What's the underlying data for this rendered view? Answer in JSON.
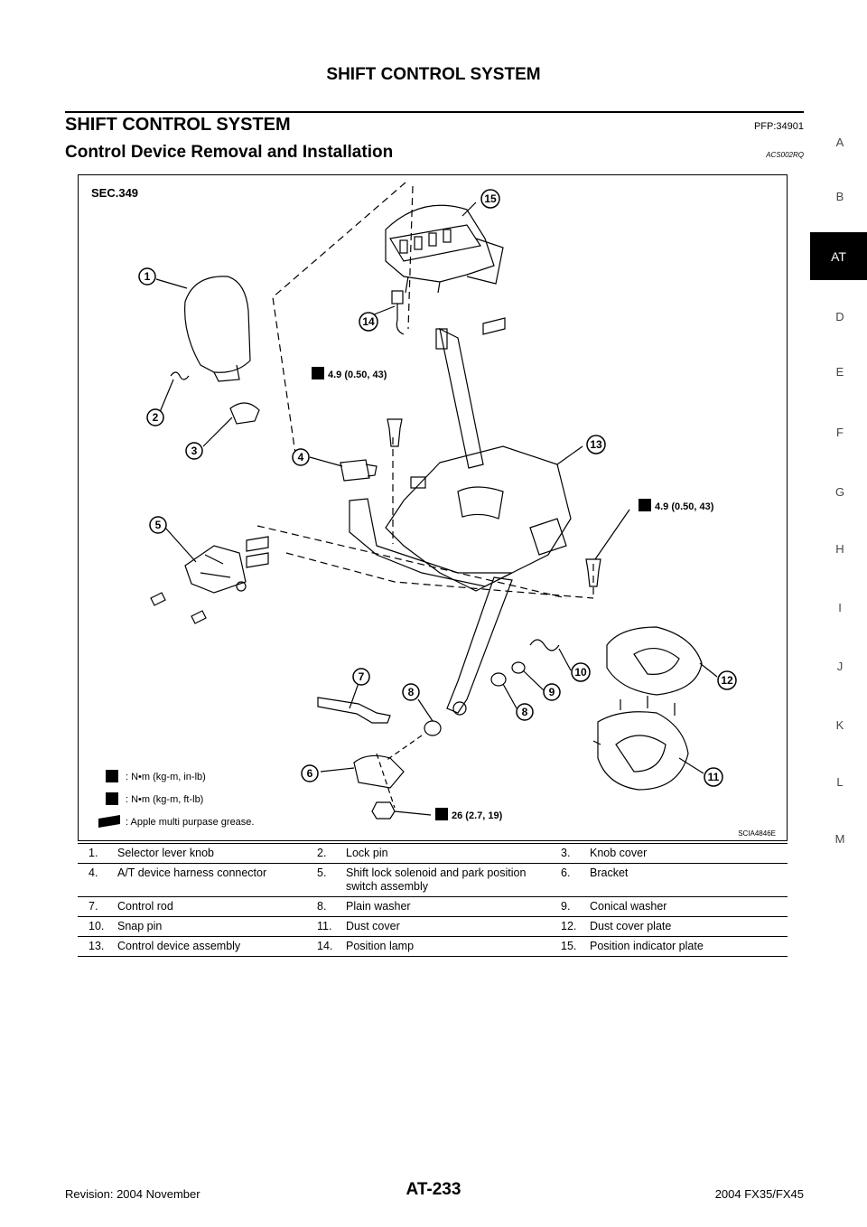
{
  "header": {
    "title": "SHIFT CONTROL SYSTEM"
  },
  "section": {
    "title": "SHIFT CONTROL SYSTEM",
    "code": "PFP:34901"
  },
  "subsection": {
    "title": "Control Device Removal and Installation",
    "code": "ACS002RQ"
  },
  "side_index": {
    "letters": [
      "A",
      "B",
      "AT",
      "D",
      "E",
      "F",
      "G",
      "H",
      "I",
      "J",
      "K",
      "L",
      "M"
    ],
    "active": "AT"
  },
  "figure": {
    "sec": "SEC.349",
    "torque_1": "4.9 (0.50, 43)",
    "torque_2": "4.9 (0.50, 43)",
    "torque_3": "26 (2.7, 19)",
    "callouts": [
      "1",
      "2",
      "3",
      "4",
      "5",
      "6",
      "7",
      "8",
      "8",
      "9",
      "10",
      "11",
      "12",
      "13",
      "14",
      "15"
    ],
    "legend": [
      ": N•m  (kg-m,  in-lb)",
      ": N•m  (kg-m,  ft-lb)",
      ": Apple multi purpase grease."
    ],
    "code": "SCIA4846E"
  },
  "parts": [
    [
      "1.",
      "Selector lever knob",
      "2.",
      "Lock pin",
      "3.",
      "Knob cover"
    ],
    [
      "4.",
      "A/T device harness connector",
      "5.",
      "Shift lock solenoid and park position switch assembly",
      "6.",
      "Bracket"
    ],
    [
      "7.",
      "Control rod",
      "8.",
      "Plain washer",
      "9.",
      "Conical washer"
    ],
    [
      "10.",
      "Snap pin",
      "11.",
      "Dust cover",
      "12.",
      "Dust cover plate"
    ],
    [
      "13.",
      "Control device assembly",
      "14.",
      "Position lamp",
      "15.",
      "Position indicator plate"
    ]
  ],
  "footer": {
    "left": "Revision: 2004 November",
    "center": "AT-233",
    "right": "2004 FX35/FX45"
  }
}
